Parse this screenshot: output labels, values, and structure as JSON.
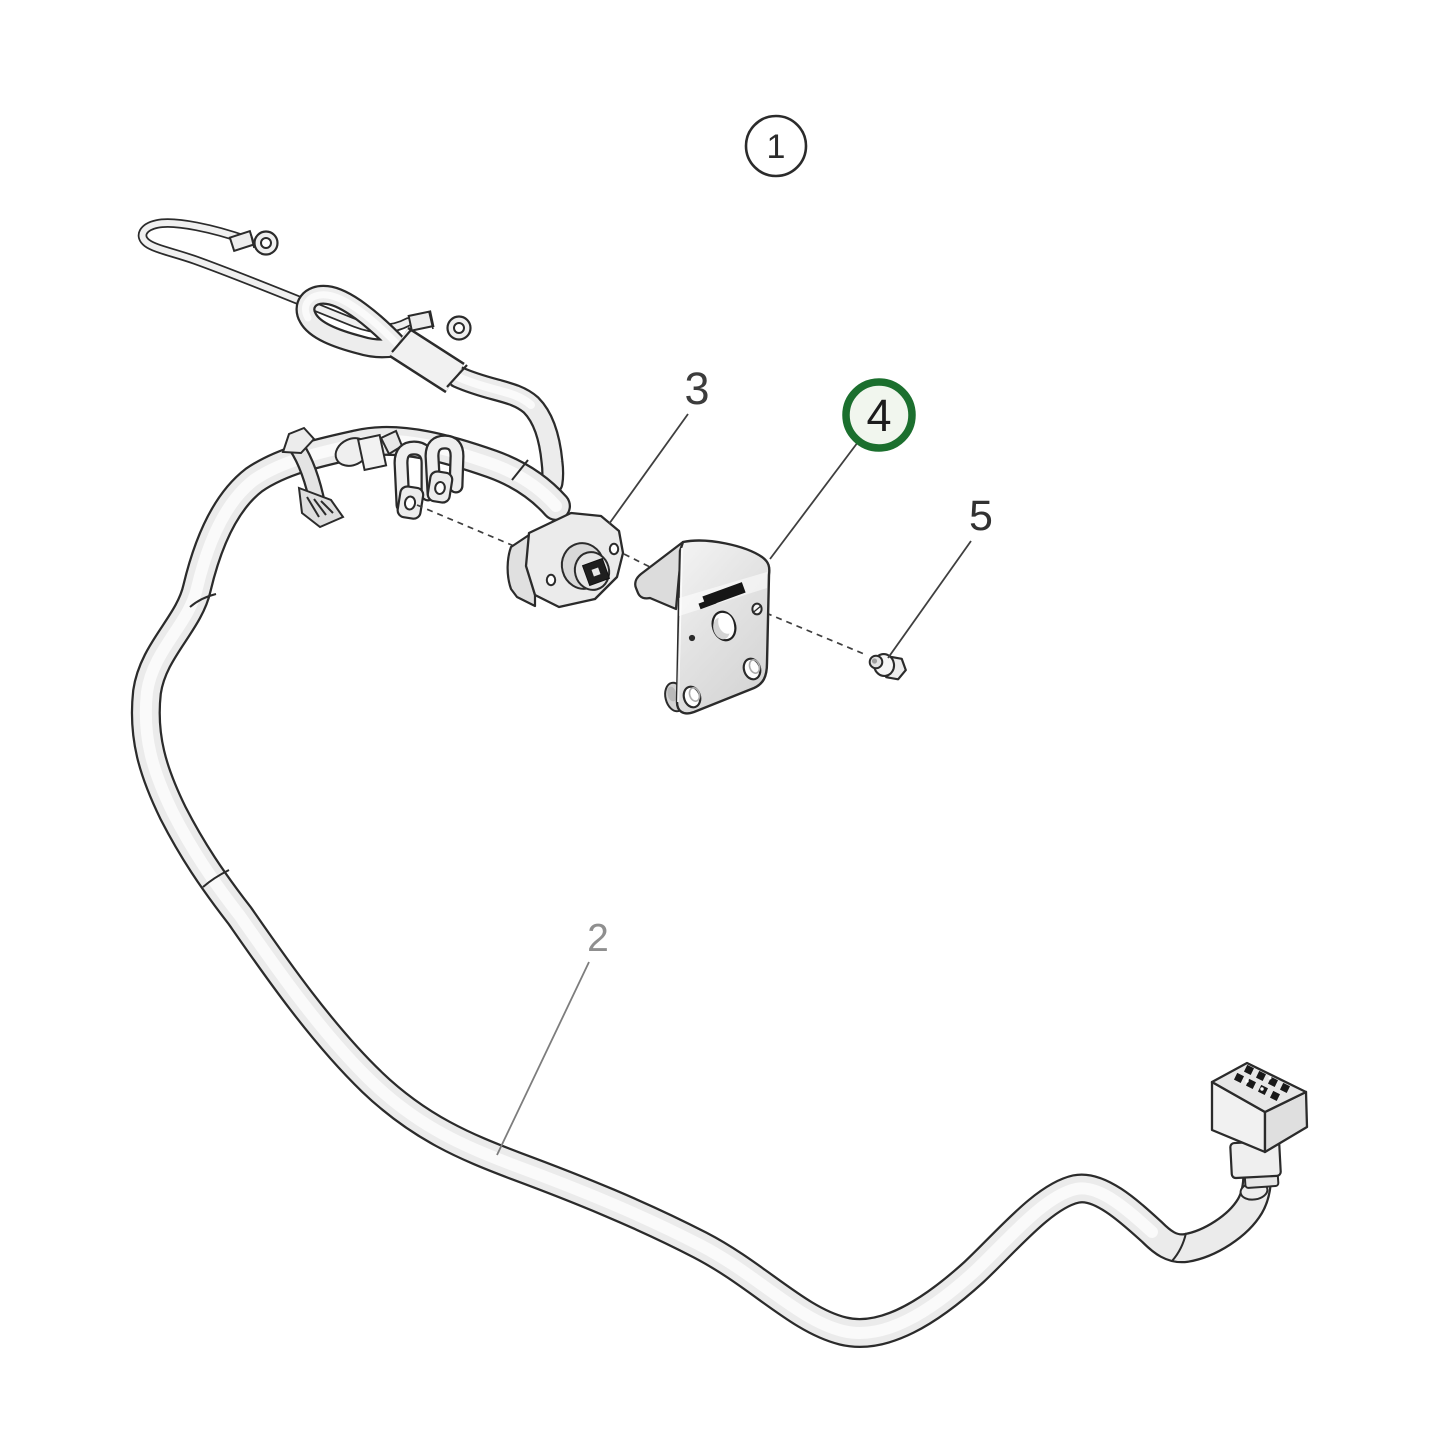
{
  "diagram": {
    "background_color": "#ffffff",
    "line_color": "#2b2b2b",
    "leader_color": "#3f3f3f",
    "muted_leader_color": "#7d7d7d",
    "highlight": {
      "ring_color": "#1b6f2e",
      "fill_color": "#f1f6ee"
    },
    "callouts": {
      "c1": {
        "label": "1",
        "style": "circled",
        "highlighted": false
      },
      "c2": {
        "label": "2",
        "style": "plain",
        "highlighted": false
      },
      "c3": {
        "label": "3",
        "style": "plain",
        "highlighted": false
      },
      "c4": {
        "label": "4",
        "style": "circled",
        "highlighted": true
      },
      "c5": {
        "label": "5",
        "style": "plain",
        "highlighted": false
      }
    }
  }
}
